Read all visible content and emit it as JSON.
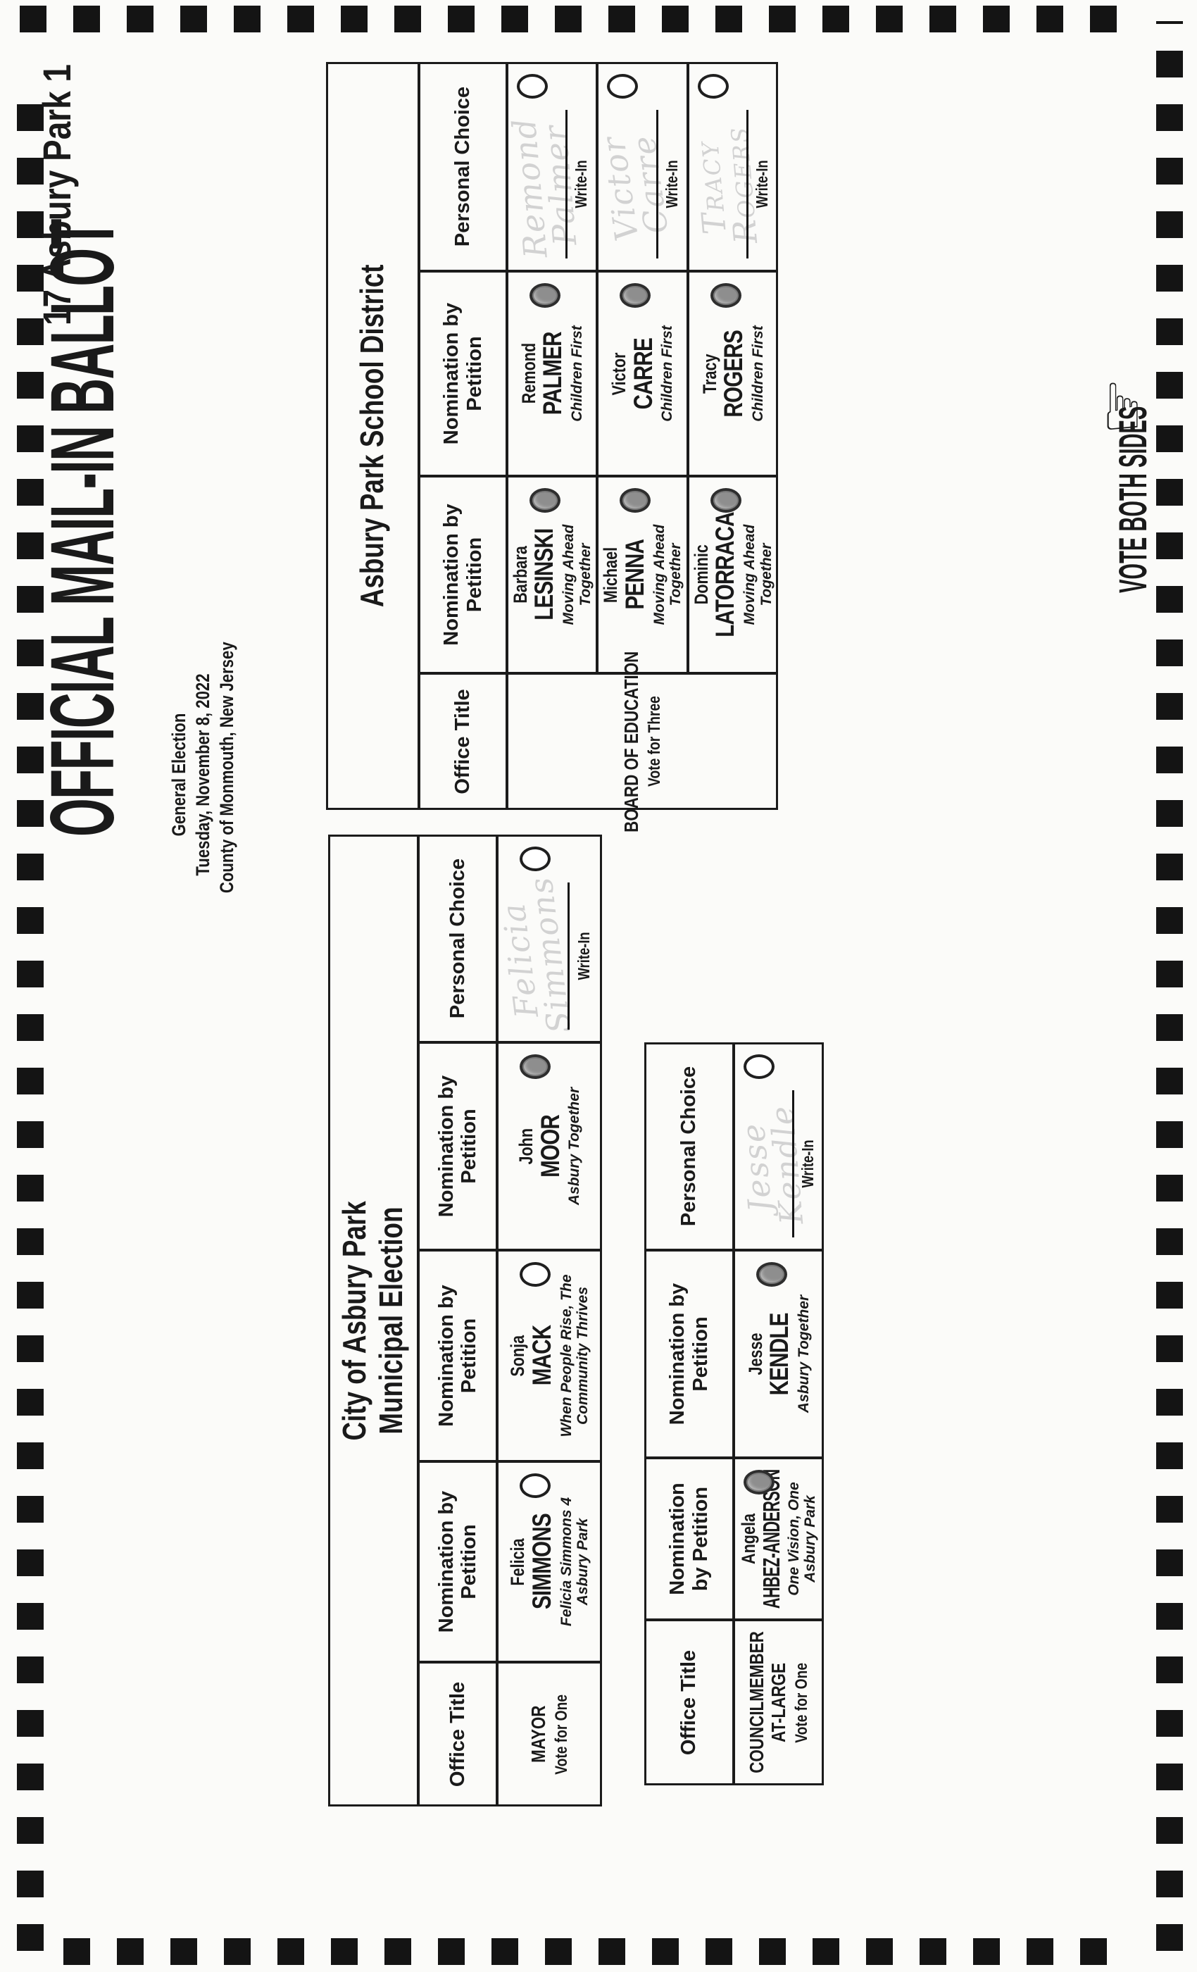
{
  "colors": {
    "ink": "#1a1a1a",
    "paper": "#fbfbf9",
    "pencil": "#d2d2d2",
    "oval_fill": "#8e8e8e"
  },
  "page": {
    "precinct_label": "17 Asbury Park 1",
    "title": "OFFICIAL MAIL-IN BALLOT",
    "subtitle_lines": [
      "General Election",
      "Tuesday, November 8, 2022",
      "County of Monmouth, New Jersey"
    ],
    "vote_both_sides": "VOTE BOTH SIDES",
    "hand_glyph": "☞"
  },
  "mayor": {
    "title_lines": [
      "City of Asbury Park",
      "Municipal Election"
    ],
    "headers": {
      "office": "Office Title",
      "petition1": "Nomination by Petition",
      "petition2": "Nomination by Petition",
      "petition3": "Nomination by Petition",
      "personal": "Personal Choice"
    },
    "office": {
      "title": "MAYOR",
      "instruction": "Vote for One"
    },
    "candidates": [
      {
        "first": "Felicia",
        "last": "SIMMONS",
        "slogan": "Felicia Simmons 4 Asbury Park",
        "oval": "empty"
      },
      {
        "first": "Sonja",
        "last": "MACK",
        "slogan": "When People Rise, The Community Thrives",
        "oval": "empty"
      },
      {
        "first": "John",
        "last": "MOOR",
        "slogan": "Asbury Together",
        "oval": "filled"
      }
    ],
    "write_in": {
      "label": "Write-In",
      "oval": "empty",
      "handwriting": [
        "Felicia",
        "Simmons"
      ]
    }
  },
  "council": {
    "headers": {
      "office": "Office Title",
      "petition1": "Nomination by Petition",
      "petition2": "Nomination by Petition",
      "personal": "Personal Choice"
    },
    "office": {
      "title_lines": [
        "COUNCILMEMBER",
        "AT-LARGE"
      ],
      "instruction": "Vote for One"
    },
    "candidates": [
      {
        "first": "Angela",
        "last": "AHBEZ-ANDERSON",
        "slogan": "One Vision, One Asbury Park",
        "oval": "filled"
      },
      {
        "first": "Jesse",
        "last": "KENDLE",
        "slogan": "Asbury Together",
        "oval": "filled"
      }
    ],
    "write_in": {
      "label": "Write-In",
      "oval": "empty",
      "handwriting": [
        "Jesse",
        "Kendle"
      ]
    }
  },
  "school": {
    "title": "Asbury Park School District",
    "headers": {
      "office": "Office Title",
      "petition1": "Nomination by Petition",
      "petition2": "Nomination by Petition",
      "personal": "Personal Choice"
    },
    "office": {
      "title": "BOARD OF EDUCATION",
      "instruction": "Vote for Three"
    },
    "rows": [
      {
        "petition1": {
          "first": "Barbara",
          "last": "LESINSKI",
          "slogan": "Moving Ahead Together",
          "oval": "filled"
        },
        "petition2": {
          "first": "Remond",
          "last": "PALMER",
          "slogan": "Children First",
          "oval": "filled"
        },
        "write_in": {
          "label": "Write-In",
          "oval": "empty",
          "handwriting": [
            "Remond",
            "Palmer"
          ]
        }
      },
      {
        "petition1": {
          "first": "Michael",
          "last": "PENNA",
          "slogan": "Moving Ahead Together",
          "oval": "filled"
        },
        "petition2": {
          "first": "Victor",
          "last": "CARRE",
          "slogan": "Children First",
          "oval": "filled"
        },
        "write_in": {
          "label": "Write-In",
          "oval": "empty",
          "handwriting": [
            "Victor",
            "Carre"
          ]
        }
      },
      {
        "petition1": {
          "first": "Dominic",
          "last": "LATORRACA",
          "slogan": "Moving Ahead Together",
          "oval": "filled"
        },
        "petition2": {
          "first": "Tracy",
          "last": "ROGERS",
          "slogan": "Children First",
          "oval": "filled"
        },
        "write_in": {
          "label": "Write-In",
          "oval": "empty",
          "handwriting": [
            "Tracy",
            "Rogers"
          ]
        }
      }
    ]
  }
}
